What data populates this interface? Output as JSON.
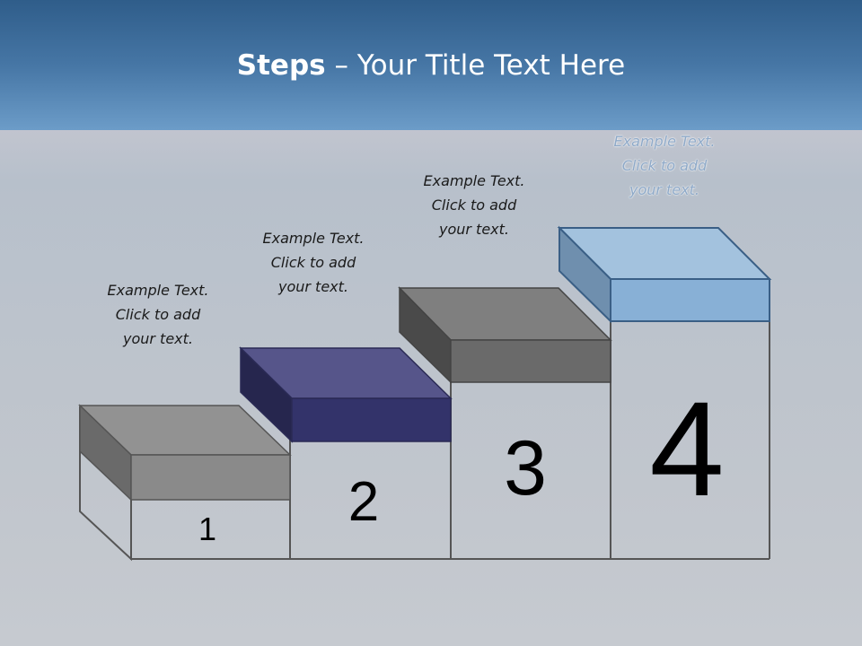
{
  "title": {
    "bold": "Steps",
    "rest": " – Your Title Text Here"
  },
  "steps": [
    {
      "number": "1",
      "lines": [
        "Example Text.",
        "Click  to add",
        "your text."
      ],
      "color": "#8c8c8c"
    },
    {
      "number": "2",
      "lines": [
        "Example Text.",
        "Click  to add",
        "your text."
      ],
      "color": "#35346b"
    },
    {
      "number": "3",
      "lines": [
        "Example Text.",
        "Click  to add",
        "your text."
      ],
      "color": "#6f6f6f"
    },
    {
      "number": "4",
      "lines": [
        "Example Text.",
        "Click  to add",
        "your text."
      ],
      "color": "#8db3d9"
    }
  ],
  "colors": {
    "header": "#4676a5",
    "outline": "#555555"
  }
}
